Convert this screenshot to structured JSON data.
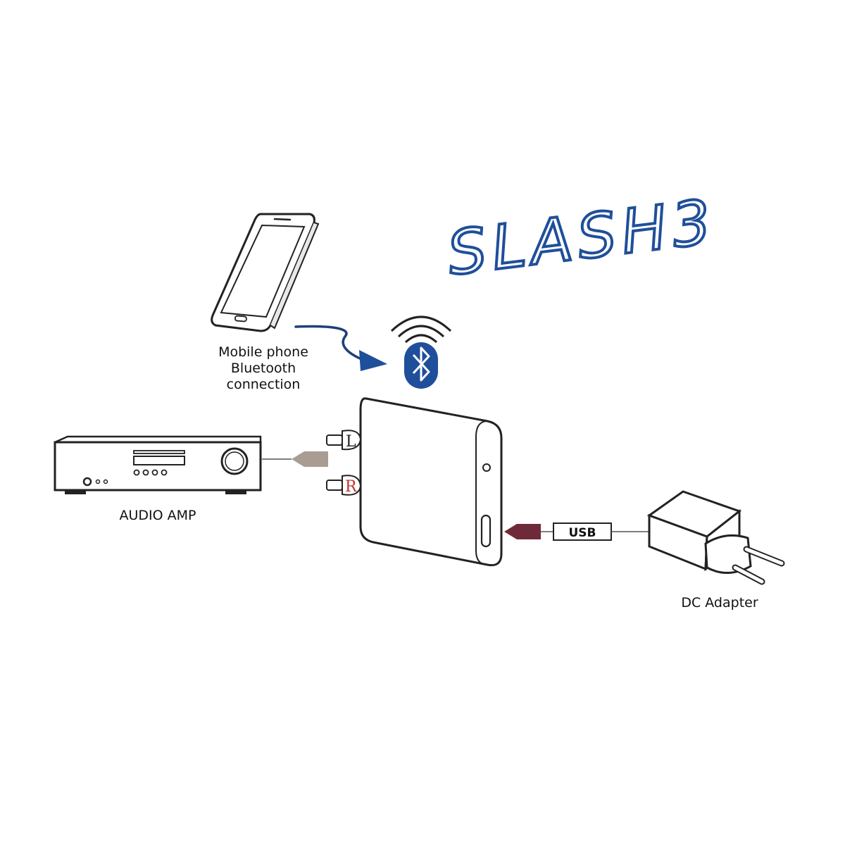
{
  "brand": {
    "text": "SLASH3",
    "color": "#1f4f9a"
  },
  "phone": {
    "caption_lines": [
      "Mobile phone",
      "Bluetooth",
      "connection"
    ]
  },
  "bluetooth": {
    "icon": "bluetooth-icon",
    "color": "#1f4f9a"
  },
  "amp": {
    "caption": "AUDIO AMP"
  },
  "receiver": {
    "left_channel": "L",
    "right_channel": "R",
    "right_channel_color": "#c0302b"
  },
  "power": {
    "cable_label": "USB",
    "adapter_caption": "DC Adapter",
    "plug_color": "#6e2a38"
  },
  "rca_cable": {
    "plug_color": "#a99d93"
  }
}
